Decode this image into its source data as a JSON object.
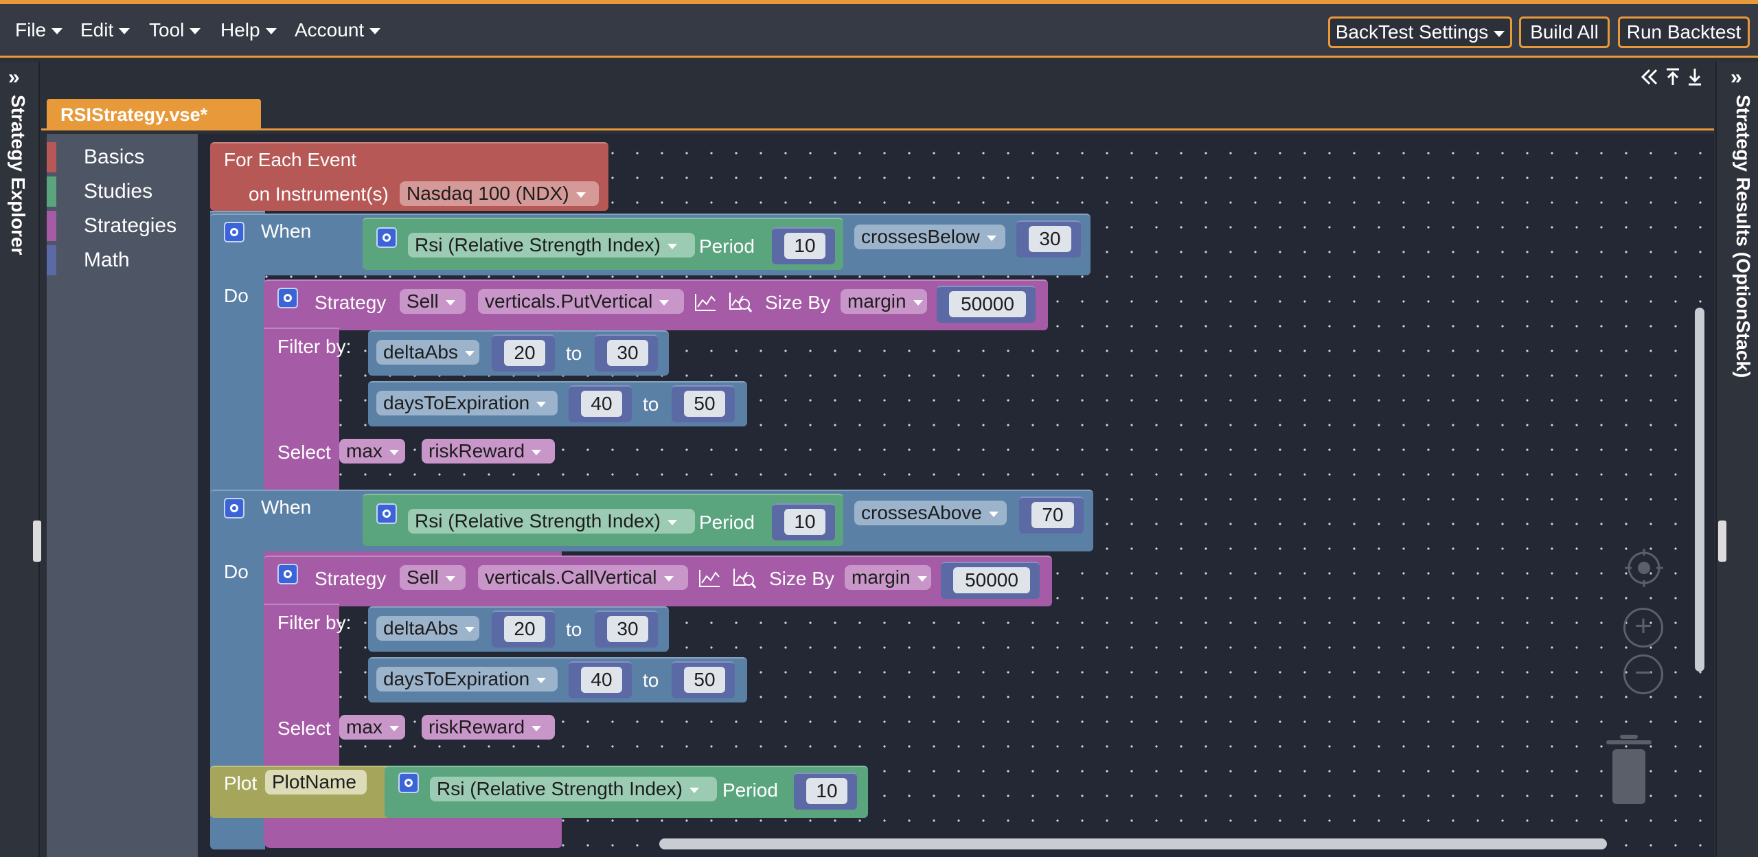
{
  "menubar": {
    "items": [
      {
        "label": "File"
      },
      {
        "label": "Edit"
      },
      {
        "label": "Tool"
      },
      {
        "label": "Help"
      },
      {
        "label": "Account"
      }
    ],
    "buttons": {
      "backtest_settings": "BackTest Settings",
      "build_all": "Build All",
      "run_backtest": "Run Backtest"
    }
  },
  "left_panel": {
    "title": "Strategy Explorer"
  },
  "right_panel": {
    "title": "Strategy Results (OptionStack)"
  },
  "tab": {
    "label": "RSIStrategy.vse*",
    "close": "×"
  },
  "toolbox": {
    "categories": [
      {
        "label": "Basics",
        "color": "#b65855"
      },
      {
        "label": "Studies",
        "color": "#5ba57e"
      },
      {
        "label": "Strategies",
        "color": "#a55ba5"
      },
      {
        "label": "Math",
        "color": "#5b6aa5"
      }
    ]
  },
  "workspace": {
    "event": {
      "title": "For Each Event",
      "instrument_label": "on Instrument(s)",
      "instrument_value": "Nasdaq 100 (NDX)"
    },
    "conditions": [
      {
        "when": "When",
        "study": "Rsi (Relative Strength Index)",
        "period_label": "Period",
        "period": "10",
        "comparator": "crossesBelow",
        "threshold": "30",
        "do": "Do",
        "strategy": {
          "label": "Strategy",
          "side": "Sell",
          "type": "verticals.PutVertical",
          "size_by_label": "Size By",
          "size_by": "margin",
          "size": "50000",
          "filter_label": "Filter by:",
          "filters": [
            {
              "field": "deltaAbs",
              "from": "20",
              "to_label": "to",
              "to": "30"
            },
            {
              "field": "daysToExpiration",
              "from": "40",
              "to_label": "to",
              "to": "50"
            }
          ],
          "select_label": "Select",
          "select_mode": "max",
          "select_field": "riskReward"
        }
      },
      {
        "when": "When",
        "study": "Rsi (Relative Strength Index)",
        "period_label": "Period",
        "period": "10",
        "comparator": "crossesAbove",
        "threshold": "70",
        "do": "Do",
        "strategy": {
          "label": "Strategy",
          "side": "Sell",
          "type": "verticals.CallVertical",
          "size_by_label": "Size By",
          "size_by": "margin",
          "size": "50000",
          "filter_label": "Filter by:",
          "filters": [
            {
              "field": "deltaAbs",
              "from": "20",
              "to_label": "to",
              "to": "30"
            },
            {
              "field": "daysToExpiration",
              "from": "40",
              "to_label": "to",
              "to": "50"
            }
          ],
          "select_label": "Select",
          "select_mode": "max",
          "select_field": "riskReward"
        }
      }
    ],
    "plot": {
      "label": "Plot",
      "name": "PlotName",
      "study": "Rsi (Relative Strength Index)",
      "period_label": "Period",
      "period": "10"
    }
  },
  "colors": {
    "accent": "#e89a3a",
    "event_block": "#b65855",
    "logic_block": "#5b80a5",
    "strategy_block": "#a55ba5",
    "study_block": "#5ba57e",
    "plot_block": "#a5a55b",
    "number_block": "#5b6aa5"
  },
  "icons": [
    "gear-icon",
    "chart-icon",
    "inspect-chart-icon",
    "target-icon",
    "zoom-in-icon",
    "zoom-out-icon",
    "trash-icon",
    "collapse-all-icon",
    "move-top-icon",
    "move-bottom-icon"
  ]
}
